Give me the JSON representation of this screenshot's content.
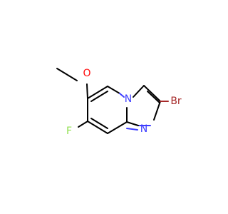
{
  "molecule": {
    "atoms": {
      "o": {
        "label": "O",
        "color": "#ff0d0d"
      },
      "f": {
        "label": "F",
        "color": "#90e050"
      },
      "n_bridge": {
        "label": "N",
        "color": "#3d3dff"
      },
      "n_imine": {
        "label": "N",
        "color": "#3d3dff"
      },
      "br": {
        "label": "Br",
        "color": "#a62929"
      }
    }
  }
}
